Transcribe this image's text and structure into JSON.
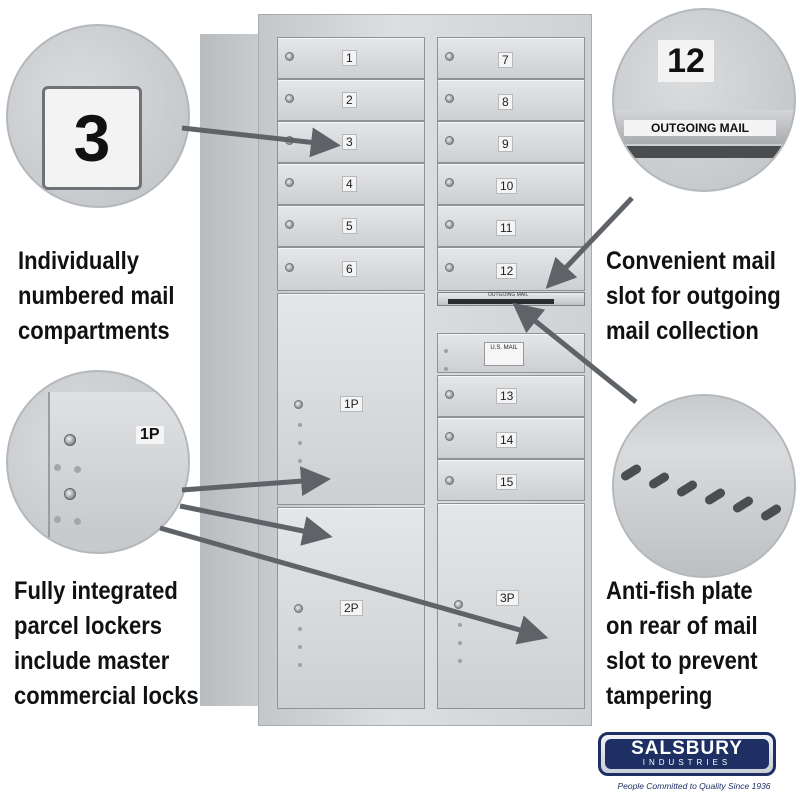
{
  "mailbox": {
    "left_doors": [
      {
        "label": "1"
      },
      {
        "label": "2"
      },
      {
        "label": "3"
      },
      {
        "label": "4"
      },
      {
        "label": "5"
      },
      {
        "label": "6"
      }
    ],
    "right_doors": [
      {
        "label": "7"
      },
      {
        "label": "8"
      },
      {
        "label": "9"
      },
      {
        "label": "10"
      },
      {
        "label": "11"
      },
      {
        "label": "12"
      }
    ],
    "lower_right_doors": [
      {
        "label": "13"
      },
      {
        "label": "14"
      },
      {
        "label": "15"
      }
    ],
    "parcel_lockers": [
      {
        "label": "1P"
      },
      {
        "label": "2P"
      },
      {
        "label": "3P"
      }
    ],
    "slot_label": "OUTGOING MAIL",
    "usmail_label": "U.S. MAIL"
  },
  "callouts": {
    "top_left_number": "3",
    "top_right_number": "12",
    "top_right_label": "OUTGOING MAIL",
    "bottom_left_label": "1P"
  },
  "captions": {
    "numbered": [
      "Individually",
      "numbered mail",
      "compartments"
    ],
    "slot": [
      "Convenient mail",
      "slot for outgoing",
      "mail collection"
    ],
    "parcel": [
      "Fully integrated",
      "parcel lockers",
      "include master",
      "commercial locks"
    ],
    "antifish": [
      "Anti-fish plate",
      "on rear of mail",
      "slot to prevent",
      "tampering"
    ]
  },
  "brand": {
    "name": "SALSBURY",
    "subtitle": "INDUSTRIES",
    "tagline": "People Committed to Quality Since 1936",
    "color": "#1d2f63"
  },
  "colors": {
    "aluminum": "#cfd2d4",
    "arrow": "#5f6367",
    "text": "#111111"
  }
}
